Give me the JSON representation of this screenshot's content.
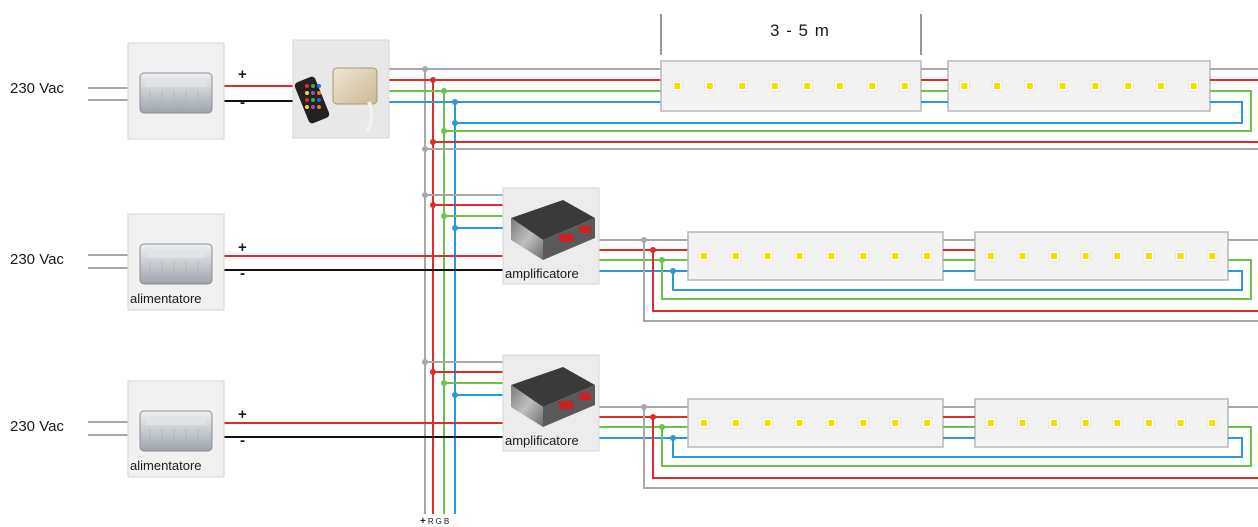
{
  "supply_voltage": "230 Vac",
  "polarity": {
    "plus": "+",
    "minus": "-"
  },
  "power_supply_label": "alimentatore",
  "amplifier_label": "amplificatore",
  "strip_segment_length": "3 - 5 m",
  "bus_labels": {
    "common": "+",
    "r": "R",
    "g": "G",
    "b": "B"
  },
  "rows": [
    {
      "voltage": "230 Vac",
      "psu_label": "",
      "device": "rgb-controller-with-remote",
      "device_label": ""
    },
    {
      "voltage": "230 Vac",
      "psu_label": "alimentatore",
      "device": "amplifier",
      "device_label": "amplificatore"
    },
    {
      "voltage": "230 Vac",
      "psu_label": "alimentatore",
      "device": "amplifier",
      "device_label": "amplificatore"
    }
  ],
  "wire_colors": {
    "common": "#a8a8a8",
    "red": "#e02b2b",
    "green": "#6cc24a",
    "blue": "#2a9ad6",
    "negative": "#111111"
  },
  "led_color": "#f4df00",
  "leds_per_segment": 8,
  "segments_per_row": 2
}
